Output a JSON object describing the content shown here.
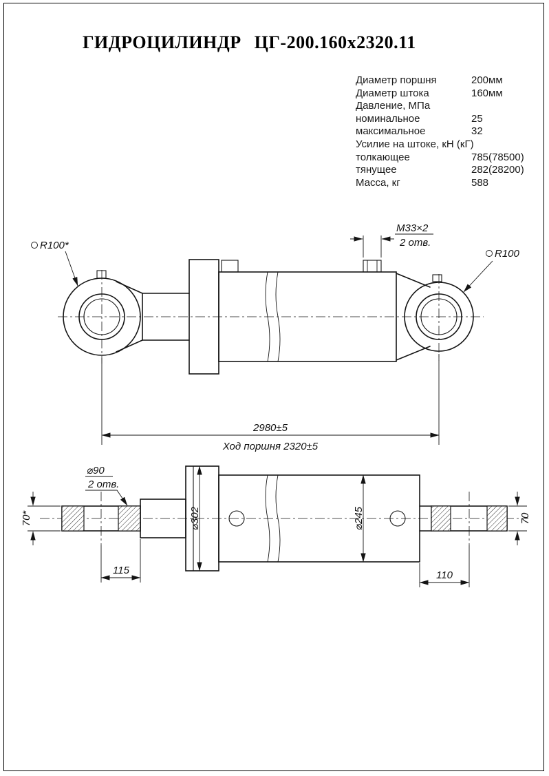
{
  "page": {
    "title": "ГИДРОЦИЛИНДР ЦГ-200.160х2320.11"
  },
  "specs": {
    "rows": [
      {
        "label": "Диаметр поршня",
        "value": "200мм"
      },
      {
        "label": "Диаметр штока",
        "value": "160мм"
      },
      {
        "label": "Давление, МПа",
        "value": ""
      },
      {
        "label": "номинальное",
        "value": "25"
      },
      {
        "label": "максимальное",
        "value": "32"
      },
      {
        "label": "Усилие на штоке, кН (кГ)",
        "value": ""
      },
      {
        "label": "толкающее",
        "value": "785(78500)"
      },
      {
        "label": "тянущее",
        "value": "282(28200)"
      },
      {
        "label": "Масса, кг",
        "value": "588"
      }
    ]
  },
  "drawing": {
    "side_view": {
      "left_eye_label": "R100*",
      "right_eye_label": "R100",
      "thread_label": "М33×2",
      "thread_holes_label": "2 отв.",
      "overall_length_label": "2980±5",
      "stroke_label": "Ход поршня 2320±5"
    },
    "top_view": {
      "pin_hole_dia_label": "⌀90",
      "pin_holes_label": "2 отв.",
      "left_hub_width_label": "70*",
      "right_hub_width_label": "70",
      "left_offset_label": "115",
      "right_offset_label": "110",
      "flange_dia_label": "⌀302",
      "cylinder_dia_label": "⌀245"
    }
  }
}
